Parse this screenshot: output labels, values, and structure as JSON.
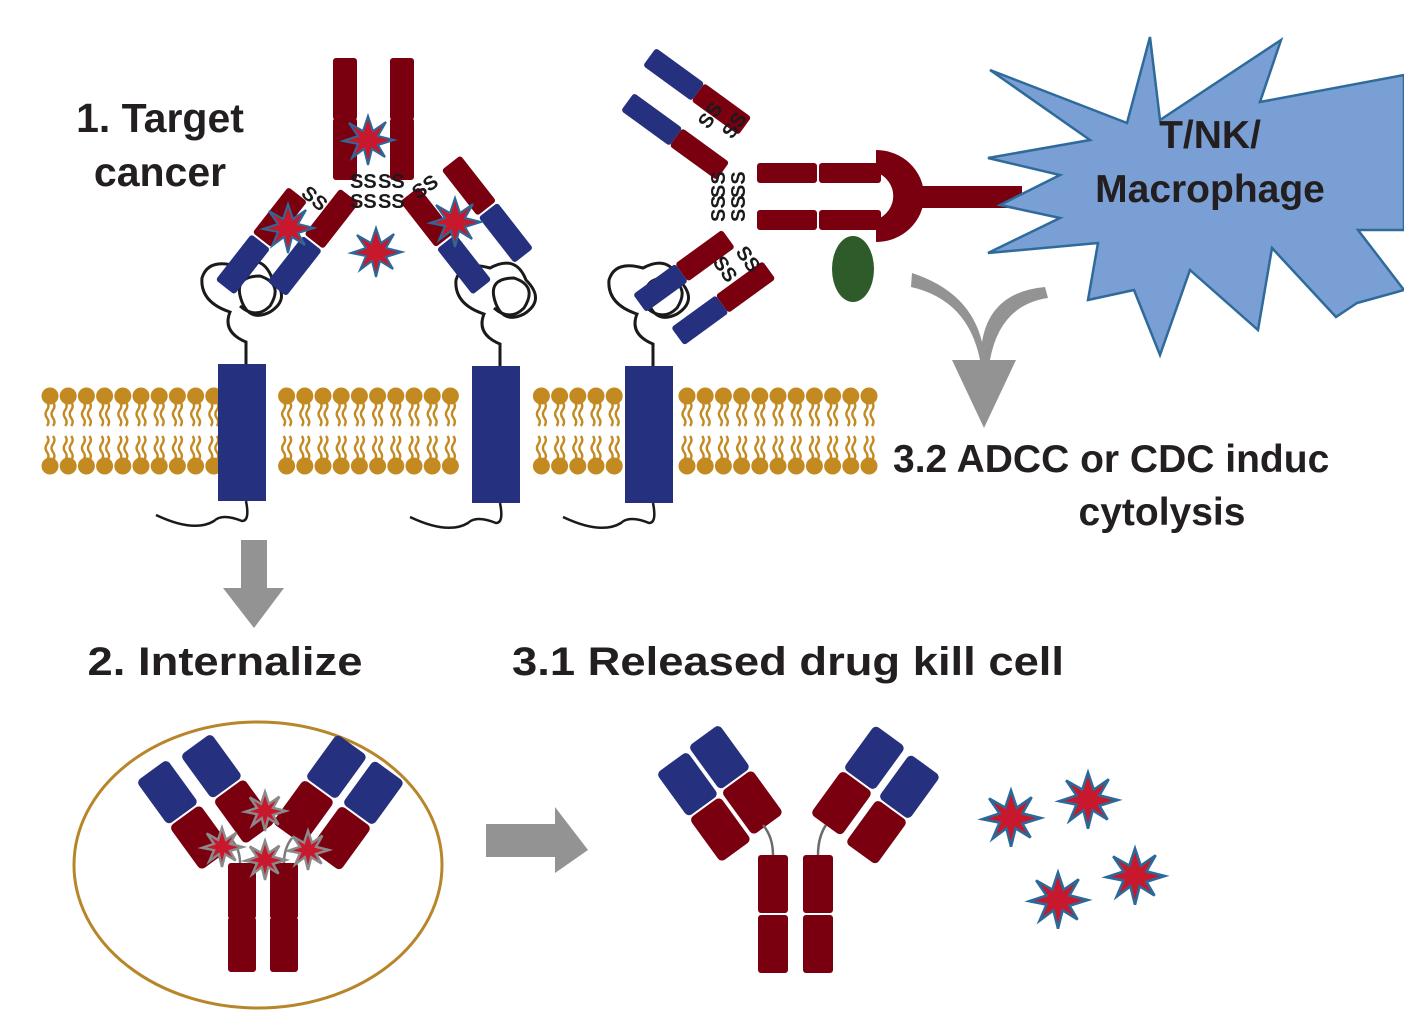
{
  "colors": {
    "heavy_chain": "#7a0010",
    "light_chain": "#25307f",
    "membrane": "#c48a22",
    "drug_fill": "#c8182e",
    "drug_outline": "#2a6a9a",
    "drug_outline_internal": "#8a8a8a",
    "effector_cell_fill": "#7a9fd4",
    "effector_cell_stroke": "#2e6a9a",
    "arrow": "#939393",
    "complement": "#2f5a2a",
    "text": "#231f20",
    "endosome": "#b8862a"
  },
  "labels": {
    "step1_line1": "1. Target",
    "step1_line2": "cancer",
    "step2": "2. Internalize",
    "step31": "3.1 Released drug kill cell",
    "step32_line1": "3.2 ADCC or CDC induc",
    "step32_line2": "cytolysis",
    "effector_line1": "T/NK/",
    "effector_line2": "Macrophage",
    "disulfide": "SS"
  }
}
